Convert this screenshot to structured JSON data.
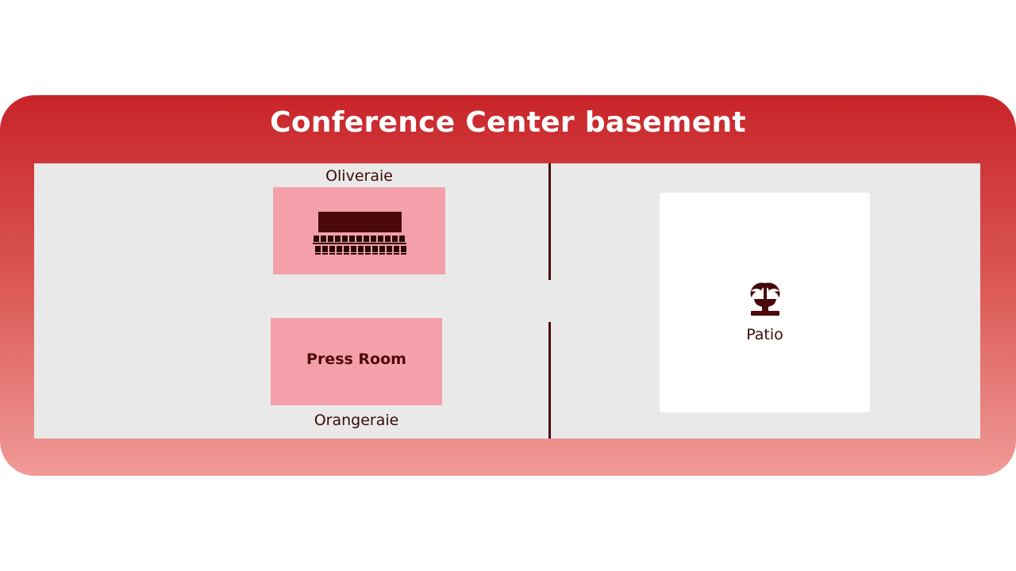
{
  "title": "Conference Center basement",
  "rooms": {
    "oliveraie": {
      "label": "Oliveraie",
      "icon": "theater-seating-icon"
    },
    "orangeraie": {
      "label": "Orangeraie",
      "inner_label": "Press Room"
    },
    "patio": {
      "label": "Patio",
      "icon": "fountain-icon"
    }
  },
  "colors": {
    "banner_top": "#c8242a",
    "banner_bottom": "#f09a97",
    "room_fill": "#f4a0aa",
    "wall": "#4d0a0c",
    "floor": "#e9e9e9"
  }
}
